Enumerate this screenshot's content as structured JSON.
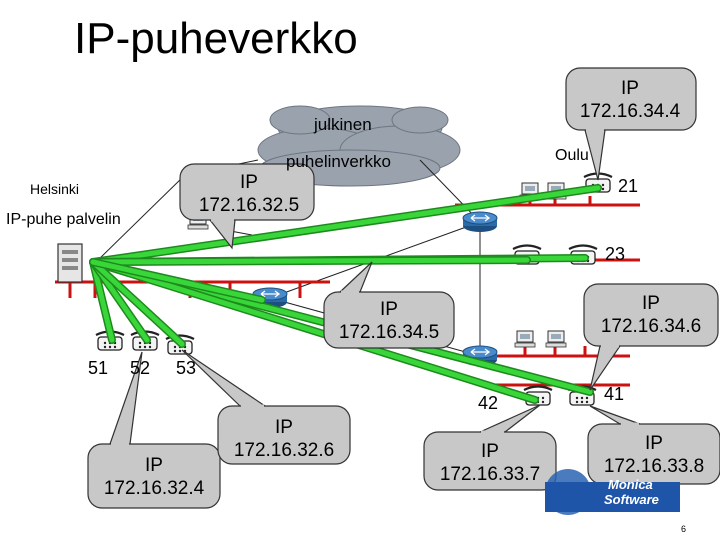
{
  "slide": {
    "title": "IP-puheverkko",
    "page_number": "6"
  },
  "network": {
    "cloud_line1": "julkinen",
    "cloud_line2": "puhelinverkko",
    "site_helsinki": "Helsinki",
    "site_oulu": "Oulu",
    "server_label": "IP-puhe palvelin"
  },
  "phones": {
    "p51": "51",
    "p52": "52",
    "p53": "53",
    "p21": "21",
    "p23": "23",
    "p42": "42",
    "p41": "41"
  },
  "callouts": [
    {
      "line1": "IP",
      "line2": "172.16.34.4"
    },
    {
      "line1": "IP",
      "line2": "172.16.32.5"
    },
    {
      "line1": "IP",
      "line2": "172.16.34.5"
    },
    {
      "line1": "IP",
      "line2": "172.16.34.6"
    },
    {
      "line1": "IP",
      "line2": "172.16.32.4"
    },
    {
      "line1": "IP",
      "line2": "172.16.32.6"
    },
    {
      "line1": "IP",
      "line2": "172.16.33.7"
    },
    {
      "line1": "IP",
      "line2": "172.16.33.8"
    }
  ],
  "logo": {
    "line1": "Monica",
    "line2": "Software"
  },
  "colors": {
    "link": "#39d639",
    "link_edge": "#1e8a1e",
    "lan": "#cc1111",
    "callout_fill": "#c8c8c8",
    "callout_stroke": "#333333",
    "cloud_fill": "#9aa3ad",
    "router": "#2a6aa8"
  }
}
